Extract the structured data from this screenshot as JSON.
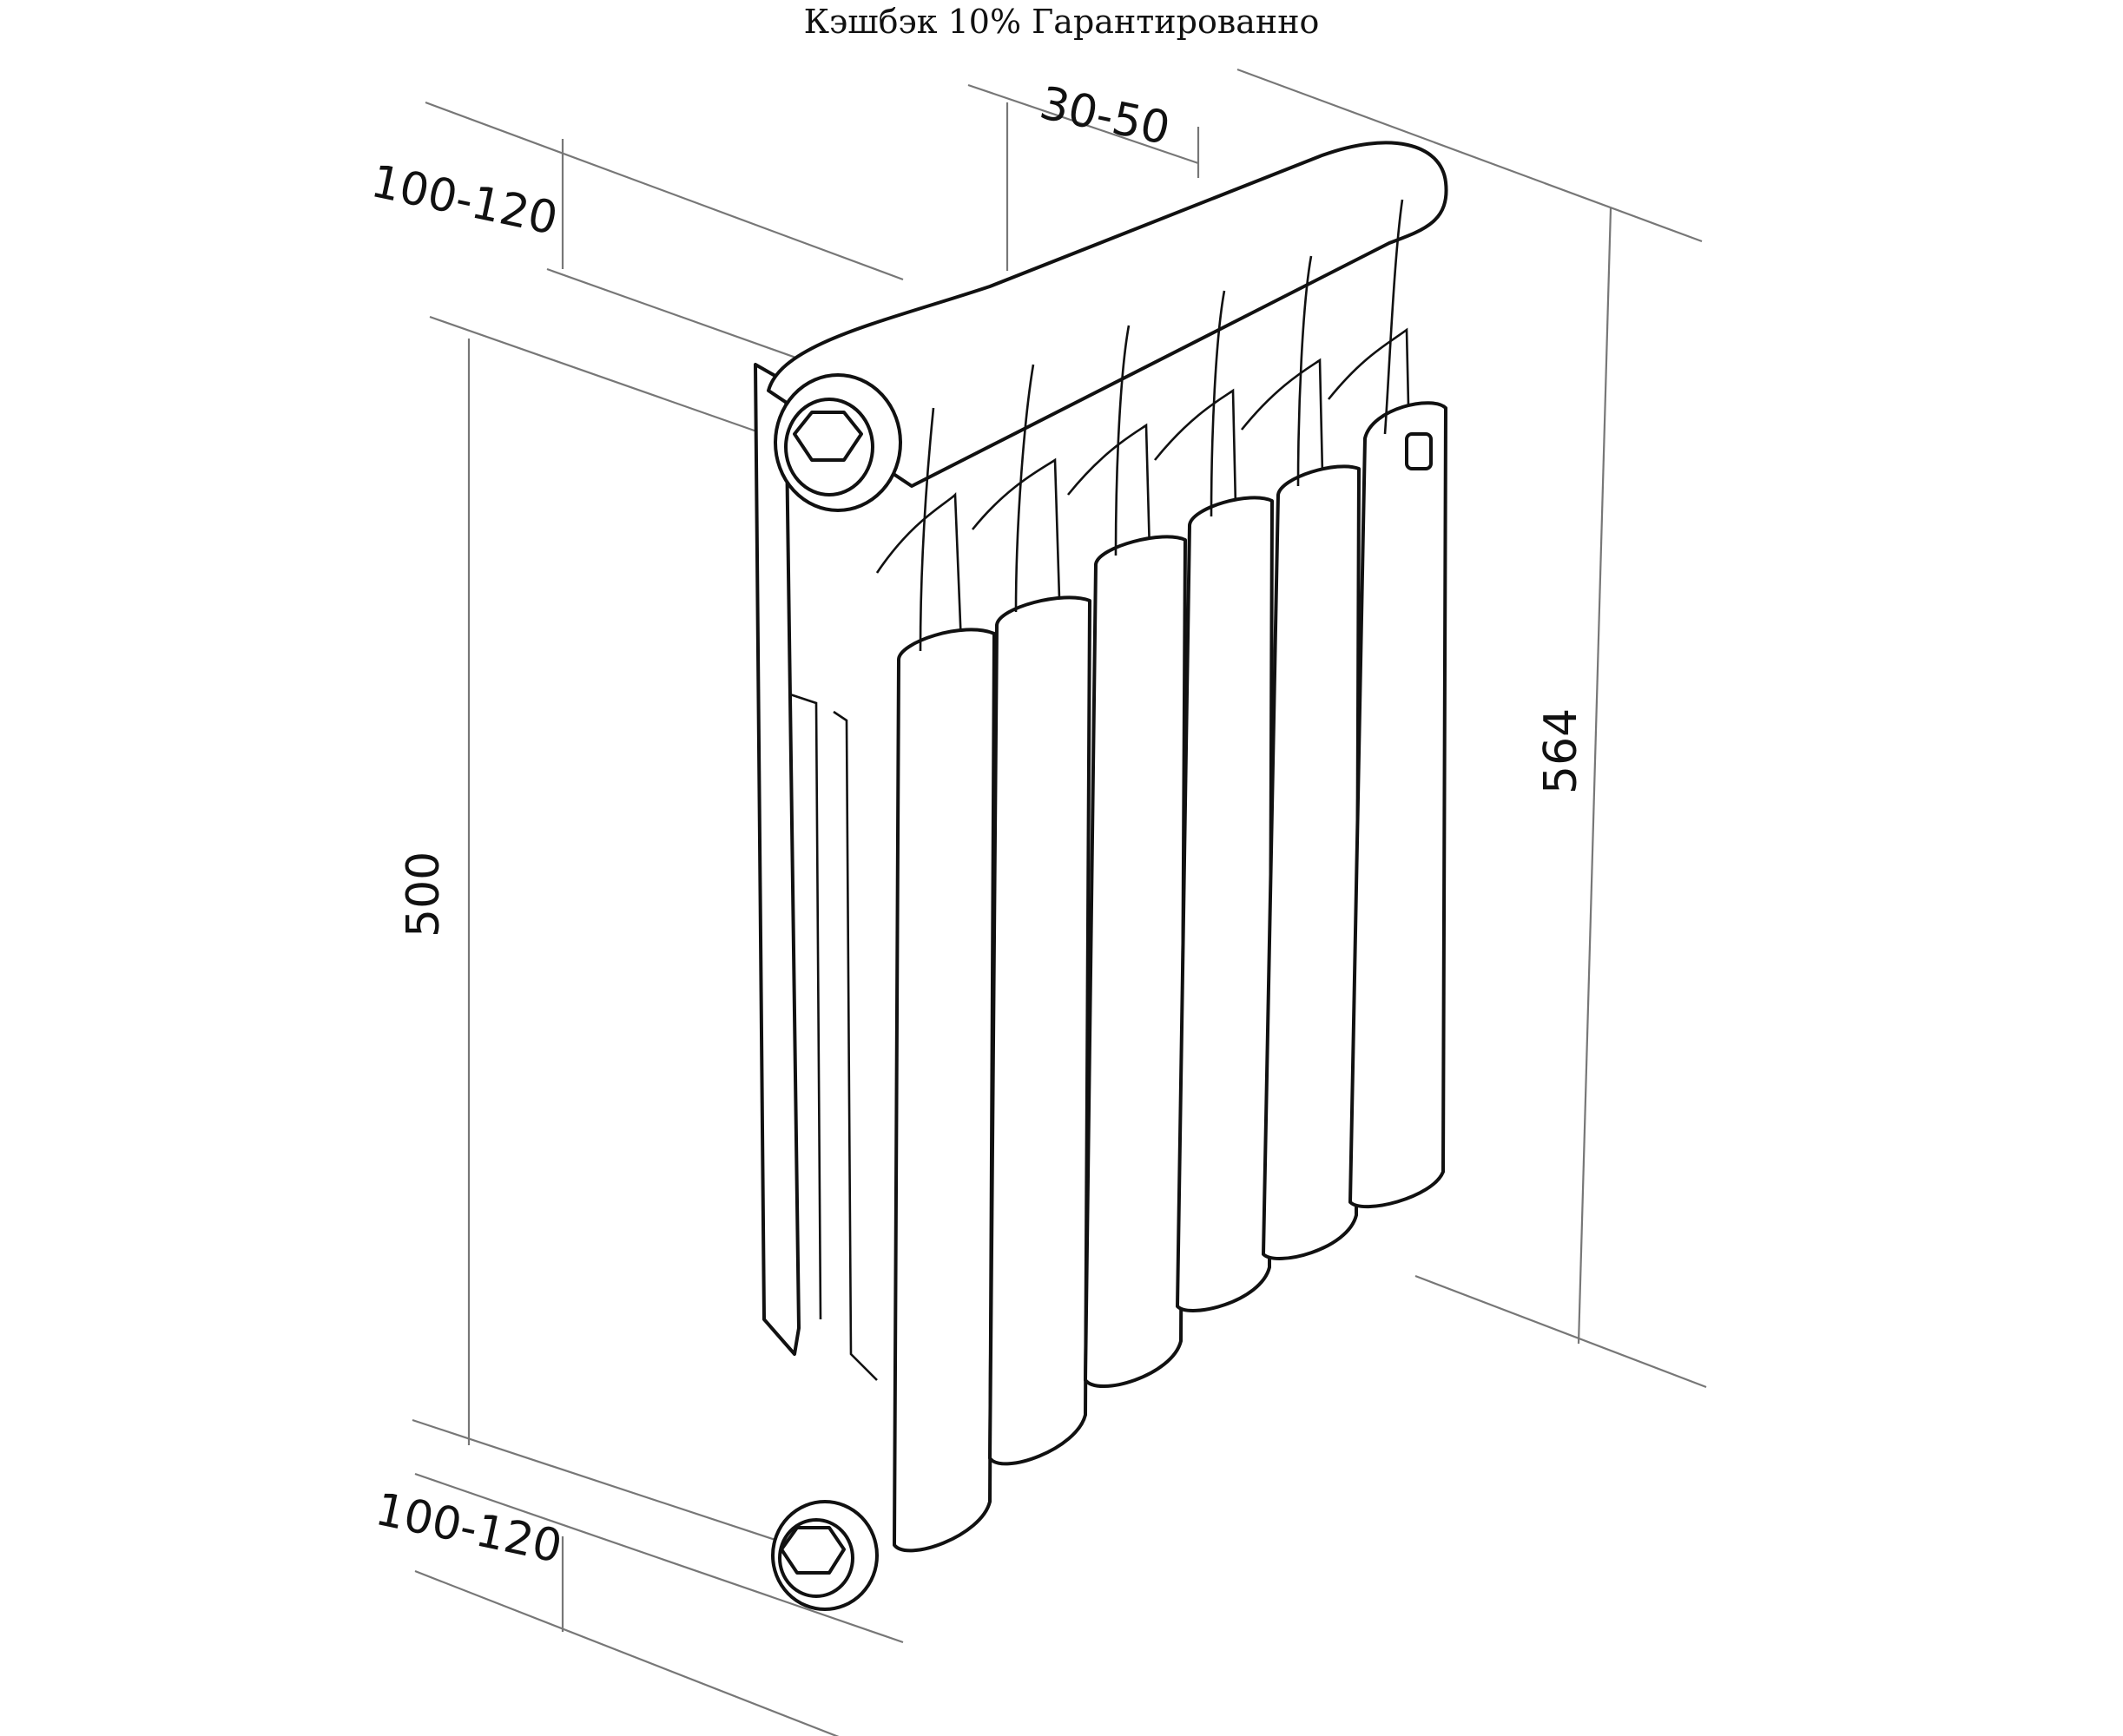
{
  "banner": "Кэшбэк 10% Гарантированно",
  "dimensions": {
    "depth_top": "100-120",
    "spacing_top": "30-50",
    "height_axis": "500",
    "height_total": "564",
    "depth_bottom": "100-120"
  }
}
